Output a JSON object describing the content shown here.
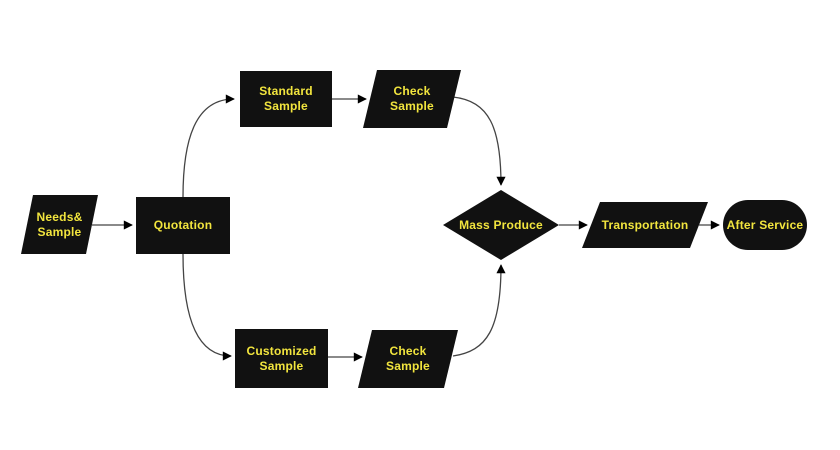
{
  "diagram": {
    "type": "flowchart",
    "background_color": "#ffffff",
    "node_fill_color": "#111111",
    "label_color": "#f2e53e",
    "line_color": "#444444",
    "arrowhead_color": "#000000",
    "nodes": [
      {
        "id": "needs-sample",
        "label": "Needs&\nSample",
        "shape": "parallelogram"
      },
      {
        "id": "quotation",
        "label": "Quotation",
        "shape": "rectangle"
      },
      {
        "id": "standard-sample",
        "label": "Standard\nSample",
        "shape": "rectangle"
      },
      {
        "id": "check-sample-top",
        "label": "Check\nSample",
        "shape": "parallelogram"
      },
      {
        "id": "customized-sample",
        "label": "Customized\nSample",
        "shape": "rectangle"
      },
      {
        "id": "check-sample-bottom",
        "label": "Check\nSample",
        "shape": "parallelogram"
      },
      {
        "id": "mass-produce",
        "label": "Mass Produce",
        "shape": "diamond"
      },
      {
        "id": "transportation",
        "label": "Transportation",
        "shape": "parallelogram"
      },
      {
        "id": "after-service",
        "label": "After Service",
        "shape": "stadium"
      }
    ],
    "edges": [
      {
        "from": "needs-sample",
        "to": "quotation",
        "style": "straight"
      },
      {
        "from": "quotation",
        "to": "standard-sample",
        "style": "curved"
      },
      {
        "from": "standard-sample",
        "to": "check-sample-top",
        "style": "straight"
      },
      {
        "from": "check-sample-top",
        "to": "mass-produce",
        "style": "curved"
      },
      {
        "from": "quotation",
        "to": "customized-sample",
        "style": "curved"
      },
      {
        "from": "customized-sample",
        "to": "check-sample-bottom",
        "style": "straight"
      },
      {
        "from": "check-sample-bottom",
        "to": "mass-produce",
        "style": "curved"
      },
      {
        "from": "mass-produce",
        "to": "transportation",
        "style": "straight"
      },
      {
        "from": "transportation",
        "to": "after-service",
        "style": "straight"
      }
    ]
  }
}
